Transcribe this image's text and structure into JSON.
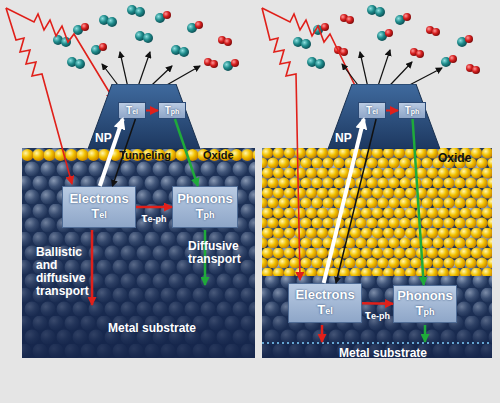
{
  "diagram": {
    "nodes": [
      {
        "text": [
          "NP"
        ]
      },
      {
        "text": [
          "Tel"
        ],
        "in": 0
      },
      {
        "text": [
          "Tph"
        ],
        "in": 0
      },
      {
        "text": [
          "Electrons",
          "Tel"
        ]
      },
      {
        "text": [
          "Phonons",
          "Tph"
        ]
      },
      {
        "text": [
          "NP"
        ]
      },
      {
        "text": [
          "Tel"
        ],
        "in": 5
      },
      {
        "text": [
          "Tph"
        ],
        "in": 5
      },
      {
        "text": [
          "Electrons",
          "Tel"
        ]
      },
      {
        "text": [
          "Phonons",
          "Tph"
        ]
      }
    ],
    "edges": [
      {
        "from": 1,
        "to": 2,
        "arrow": "to"
      },
      {
        "from": 1,
        "to": 3,
        "arrow": "to"
      },
      {
        "from": 3,
        "to": 1,
        "arrow": "to"
      },
      {
        "from": 3,
        "to": 4,
        "label": "τe-ph",
        "arrow": "to"
      },
      {
        "from": 2,
        "to": 4,
        "arrow": "to"
      },
      {
        "from": 6,
        "to": 7,
        "arrow": "to"
      },
      {
        "from": 6,
        "to": 8,
        "arrow": "to"
      },
      {
        "from": 8,
        "to": 6,
        "arrow": "to"
      },
      {
        "from": 8,
        "to": 9,
        "label": "τe-ph",
        "arrow": "to"
      },
      {
        "from": 7,
        "to": 9,
        "arrow": "to"
      }
    ],
    "labels": [
      "Tunneling",
      "Oxide",
      "Ballistic and diffusive transport",
      "Diffusive transport",
      "Metal substrate",
      "Oxide",
      "Metal substrate"
    ]
  }
}
